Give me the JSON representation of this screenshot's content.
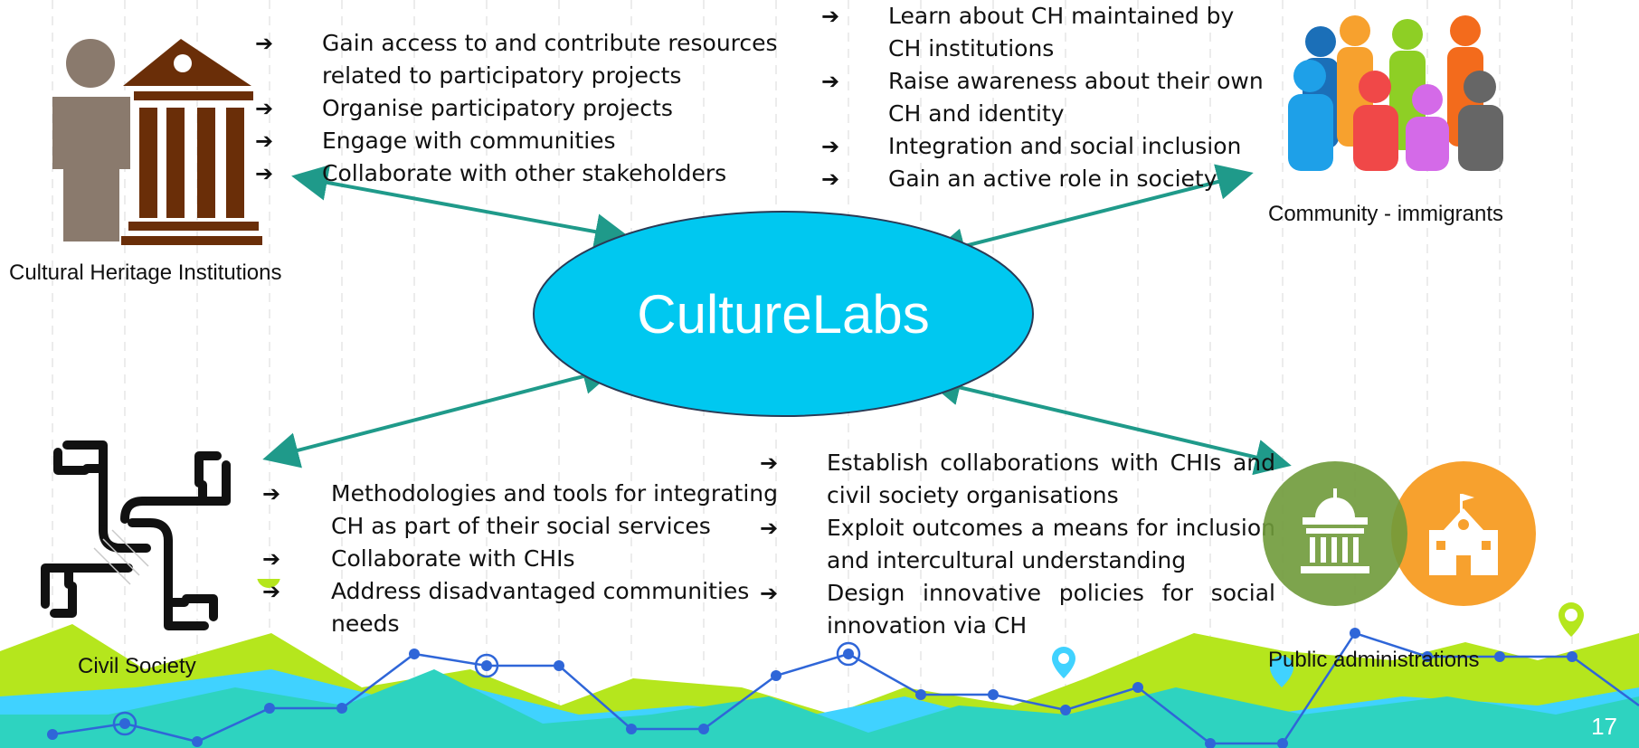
{
  "center": {
    "title": "CultureLabs"
  },
  "stakeholders": {
    "chi": {
      "label": "Cultural Heritage Institutions",
      "items": [
        "Gain access to and contribute resources related to participatory projects",
        "Organise participatory projects",
        "Engage with communities",
        "Collaborate with other stakeholders"
      ]
    },
    "community": {
      "label": "Community - immigrants",
      "items": [
        "Learn about CH maintained by CH institutions",
        "Raise awareness about their own CH and identity",
        "Integration and social inclusion",
        "Gain an active role in society"
      ]
    },
    "civil": {
      "label": "Civil Society",
      "items": [
        "Methodologies and tools for integrating CH as part of their social services",
        "Collaborate with CHIs",
        "Address disadvantaged communities needs"
      ]
    },
    "public": {
      "label": "Public administrations",
      "items": [
        "Establish collaborations with CHIs and civil society organisations",
        "Exploit outcomes a means for inclusion and intercultural understanding",
        "Design innovative policies for social innovation via CH"
      ]
    }
  },
  "colors": {
    "ellipse": "#00c8f0",
    "connector": "#1f9a8a",
    "chi_brown": "#6a2e08",
    "person_grey": "#8a7a6d",
    "public_green": "#6f9a3a",
    "public_orange": "#f7a12e",
    "footer_lime": "#b5e61d",
    "footer_teal": "#2ed3c0",
    "footer_blue": "#40d2ff",
    "line_blue": "#2f66d8"
  },
  "page_number": "17",
  "arrow_glyph": "➔"
}
